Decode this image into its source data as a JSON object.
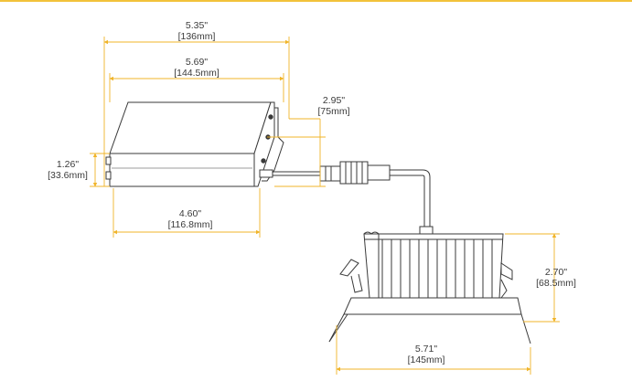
{
  "dimensions": {
    "top_width": {
      "inch": "5.35\"",
      "mm": "[136mm]"
    },
    "box_width": {
      "inch": "5.69\"",
      "mm": "[144.5mm]"
    },
    "cable_length": {
      "inch": "2.95\"",
      "mm": "[75mm]"
    },
    "box_height": {
      "inch": "1.26\"",
      "mm": "[33.6mm]"
    },
    "box_base_width": {
      "inch": "4.60\"",
      "mm": "[116.8mm]"
    },
    "fixture_height": {
      "inch": "2.70\"",
      "mm": "[68.5mm]"
    },
    "fixture_width": {
      "inch": "5.71\"",
      "mm": "[145mm]"
    }
  },
  "colors": {
    "dimension_line": "#f0b429",
    "outline": "#3a3a3a",
    "text": "#3a3a3a",
    "top_rule": "#f2c23a"
  }
}
